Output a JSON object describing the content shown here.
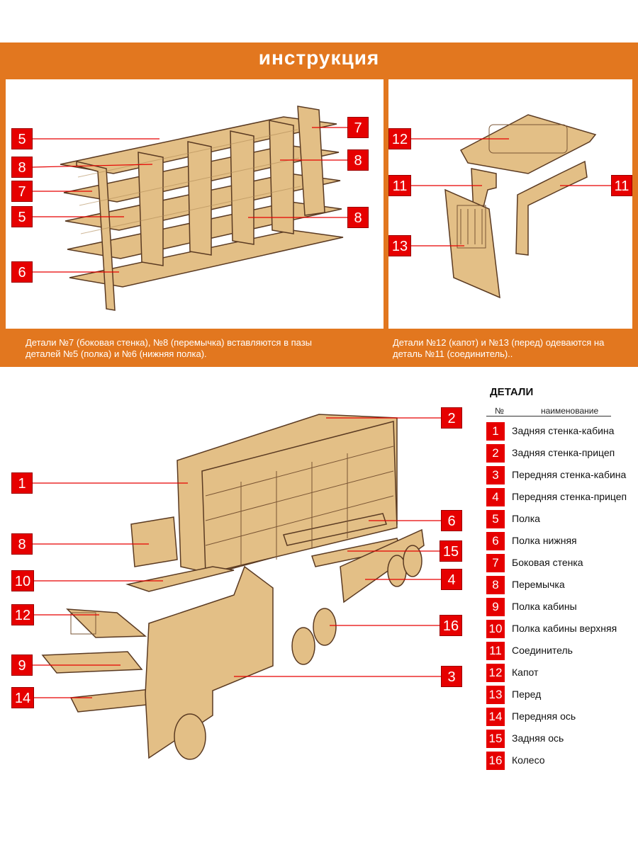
{
  "header": {
    "title": "инструкция"
  },
  "colors": {
    "orange": "#e2771f",
    "red": "#e60000",
    "wood": "#e3bf86",
    "wood_dark": "#c9a06a",
    "edge": "#5a3a22"
  },
  "top_left": {
    "labels_left": [
      "5",
      "8",
      "7",
      "5",
      "6"
    ],
    "labels_right": [
      "7",
      "8",
      "8"
    ],
    "caption_lines": [
      "Детали №7 (боковая стенка), №8 (перемычка) вставляются в пазы",
      "деталей №5 (полка) и №6 (нижняя полка)."
    ]
  },
  "top_right": {
    "labels_left": [
      "12",
      "11",
      "13"
    ],
    "labels_right": [
      "11"
    ],
    "caption_lines": [
      "Детали №12 (капот) и №13 (перед) одеваются на",
      "деталь №11 (соединитель).."
    ]
  },
  "main": {
    "labels_left": [
      "1",
      "8",
      "10",
      "12",
      "9",
      "14"
    ],
    "labels_right": [
      "2",
      "6",
      "15",
      "4",
      "16",
      "3"
    ]
  },
  "legend": {
    "title": "ДЕТАЛИ",
    "col_num": "№",
    "col_name": "наименование",
    "items": [
      {
        "num": "1",
        "name": "Задняя стенка-кабина"
      },
      {
        "num": "2",
        "name": "Задняя стенка-прицеп"
      },
      {
        "num": "3",
        "name": "Передняя стенка-кабина"
      },
      {
        "num": "4",
        "name": "Передняя стенка-прицеп"
      },
      {
        "num": "5",
        "name": "Полка"
      },
      {
        "num": "6",
        "name": "Полка нижняя"
      },
      {
        "num": "7",
        "name": "Боковая стенка"
      },
      {
        "num": "8",
        "name": "Перемычка"
      },
      {
        "num": "9",
        "name": "Полка кабины"
      },
      {
        "num": "10",
        "name": "Полка кабины верхняя"
      },
      {
        "num": "11",
        "name": "Соединитель"
      },
      {
        "num": "12",
        "name": "Капот"
      },
      {
        "num": "13",
        "name": "Перед"
      },
      {
        "num": "14",
        "name": "Передняя ось"
      },
      {
        "num": "15",
        "name": "Задняя ось"
      },
      {
        "num": "16",
        "name": "Колесо"
      }
    ]
  }
}
